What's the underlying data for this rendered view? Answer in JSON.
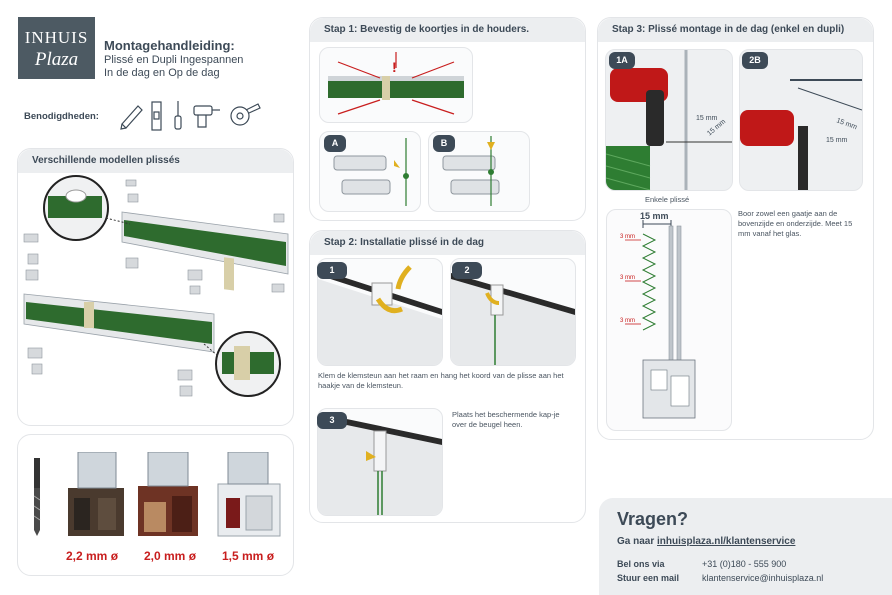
{
  "logo": {
    "line1": "INHUIS",
    "line2": "Plaza"
  },
  "header": {
    "title": "Montagehandleiding:",
    "subtitle1": "Plissé en Dupli Ingespannen",
    "subtitle2": "In de dag en Op de dag"
  },
  "tools": {
    "label": "Benodigdheden:",
    "icons": [
      "pencil-icon",
      "level-icon",
      "screwdriver-icon",
      "drill-icon",
      "tape-measure-icon"
    ]
  },
  "models": {
    "title": "Verschillende modellen plissés"
  },
  "drills": {
    "sizes": [
      "2,2 mm ø",
      "2,0 mm ø",
      "1,5 mm ø"
    ]
  },
  "step1": {
    "title": "Stap 1: Bevestig de koortjes in de houders.",
    "badges": [
      "A",
      "B"
    ]
  },
  "step2": {
    "title": "Stap 2: Installatie plissé in de dag",
    "badges": [
      "1",
      "2",
      "3"
    ],
    "text1": "Klem de klemsteun aan het raam en hang het koord van de plisse aan het haakje van de klemsteun.",
    "text2": "Plaats het beschermende kap-je over de beugel heen."
  },
  "step3": {
    "title": "Stap 3: Plissé montage in de dag (enkel en dupli)",
    "badges": [
      "1A",
      "2B"
    ],
    "caption": "Enkele plissé",
    "text": "Boor zowel een gaatje aan de bovenzijde en onderzijde. Meet 15 mm vanaf het glas.",
    "measure_top": "15 mm",
    "measure_mm": "15 mm",
    "gap_labels": [
      "3 mm",
      "3 mm",
      "3 mm"
    ]
  },
  "contact": {
    "heading": "Vragen?",
    "goto_prefix": "Ga naar",
    "link": "inhuisplaza.nl/klantenservice",
    "phone_label": "Bel ons via",
    "phone": "+31 (0)180 - 555 900",
    "mail_label": "Stuur een mail",
    "mail": "klantenservice@inhuisplaza.nl"
  },
  "colors": {
    "accent_red": "#c81e1e",
    "dark": "#3d4a57",
    "green": "#2e7d32",
    "gray_bg": "#eceef0"
  }
}
